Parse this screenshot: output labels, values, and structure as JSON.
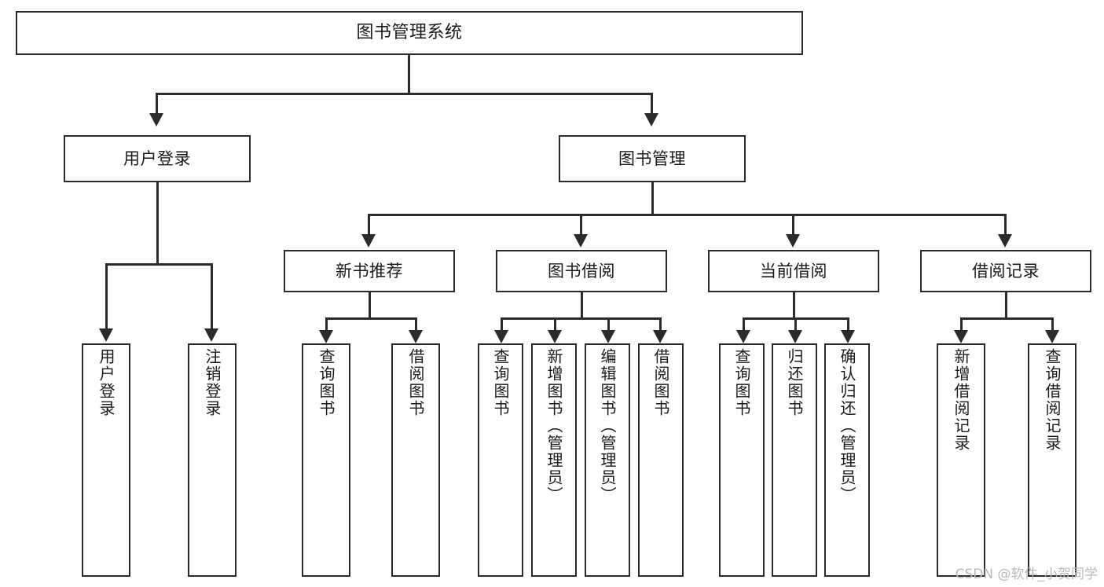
{
  "diagram": {
    "title": "图书管理系统",
    "type": "tree",
    "watermark": "CSDN @软件_小贺同学"
  },
  "root": {
    "label": "图书管理系统"
  },
  "level2": [
    {
      "label": "用户登录"
    },
    {
      "label": "图书管理"
    }
  ],
  "level3": [
    {
      "label": "新书推荐"
    },
    {
      "label": "图书借阅"
    },
    {
      "label": "当前借阅"
    },
    {
      "label": "借阅记录"
    }
  ],
  "leaves": {
    "user_login": [
      {
        "label": "用户登录"
      },
      {
        "label": "注销登录"
      }
    ],
    "new_book": [
      {
        "label": "查询图书"
      },
      {
        "label": "借阅图书"
      }
    ],
    "book_borrow": [
      {
        "label": "查询图书"
      },
      {
        "label": "新增图书（管理员）"
      },
      {
        "label": "编辑图书（管理员）"
      },
      {
        "label": "借阅图书"
      }
    ],
    "current_borrow": [
      {
        "label": "查询图书"
      },
      {
        "label": "归还图书"
      },
      {
        "label": "确认归还（管理员）"
      }
    ],
    "borrow_record": [
      {
        "label": "新增借阅记录"
      },
      {
        "label": "查询借阅记录"
      }
    ]
  },
  "colors": {
    "border": "#2b2b2b",
    "text": "#1a1a1a",
    "background": "#ffffff",
    "watermark": "#b9b9b9"
  }
}
